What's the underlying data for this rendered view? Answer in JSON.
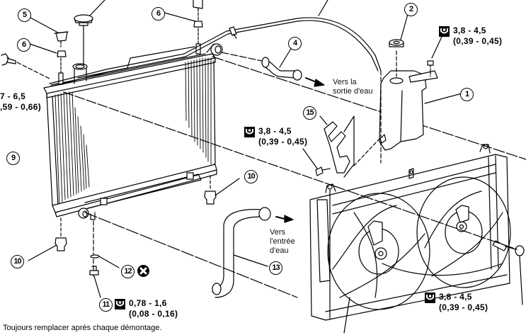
{
  "diagram": {
    "subject": "Radiator and cooling fan assembly (exploded view)",
    "callouts": [
      "1",
      "2",
      "4",
      "5",
      "6",
      "6",
      "9",
      "10",
      "10",
      "11",
      "12",
      "13",
      "15"
    ],
    "directions": {
      "outlet": "Vers la sortie d'eau",
      "outlet_line1": "Vers la",
      "outlet_line2": "sortie d'eau",
      "inlet_line1": "Vers",
      "inlet_line2": "l'entrée",
      "inlet_line3": "d'eau"
    },
    "torques": {
      "reservoir_bolt": {
        "nm": "3,8 - 4,5",
        "kgm": "(0,39 - 0,45)"
      },
      "bracket_bolt": {
        "nm": "3,8 - 4,5",
        "kgm": "(0,39 - 0,45)"
      },
      "fan_shroud_bolt": {
        "nm": "3,8 - 4,5",
        "kgm": "(0,39 - 0,45)"
      },
      "drain_plug": {
        "nm": "0,78 - 1,6",
        "kgm": "(0,08 - 0,16)"
      },
      "radiator_mount_bolt": {
        "nm": "7 - 6,5",
        "kgm": ",59 - 0,66)"
      }
    },
    "legend_note": "Toujours remplacer après chaque démontage.",
    "colors": {
      "line": "#000000",
      "background": "#ffffff"
    }
  }
}
